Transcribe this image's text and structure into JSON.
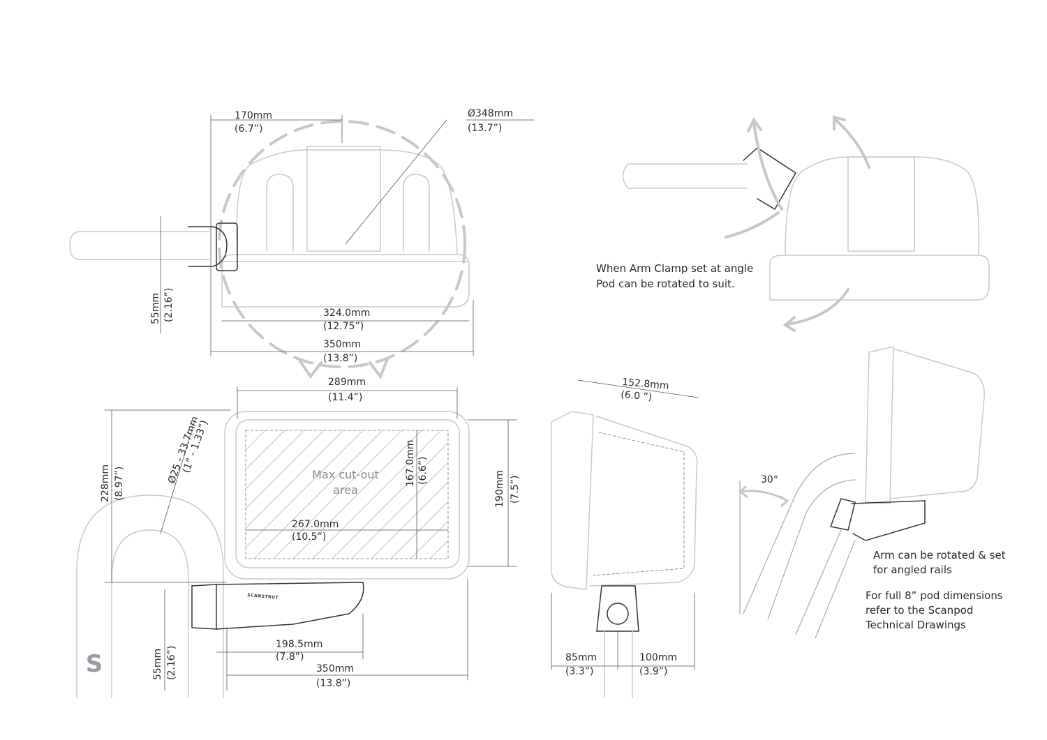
{
  "colors": {
    "outline": "#c9c9cf",
    "dimension": "#555555",
    "dark": "#333333",
    "arrow": "#c8c8cc",
    "text": "#2a2a2a",
    "cutout_text": "#8a8a8a"
  },
  "brand": {
    "arm_label": "SCANSTRUT",
    "logo": "S"
  },
  "top_view": {
    "offset": {
      "value": "170mm",
      "inch": "(6.7”)"
    },
    "swing_diameter": {
      "value": "Ø348mm",
      "inch": "(13.7”)"
    },
    "clamp_height": {
      "value": "55mm",
      "inch": "(2.16”)"
    },
    "pod_width": {
      "value": "324.0mm",
      "inch": "(12.75”)"
    },
    "overall_width": {
      "value": "350mm",
      "inch": "(13.8”)"
    }
  },
  "angle_view": {
    "note_line1": "When Arm Clamp set at angle",
    "note_line2": "Pod can be rotated to suit."
  },
  "front_view": {
    "face_width": {
      "value": "289mm",
      "inch": "(11.4”)"
    },
    "overall_height": {
      "value": "228mm",
      "inch": "(8.97”)"
    },
    "rail_diameter": {
      "value": "Ø25 - 33.7mm",
      "inch": "(1” - 1.33”)"
    },
    "cutout_label_line1": "Max cut-out",
    "cutout_label_line2": "area",
    "cutout_height": {
      "value": "167.0mm",
      "inch": "(6.6”)"
    },
    "face_height": {
      "value": "190mm",
      "inch": "(7.5”)"
    },
    "cutout_width": {
      "value": "267.0mm",
      "inch": "(10.5”)"
    },
    "arm_offset": {
      "value": "198.5mm",
      "inch": "(7.8”)"
    },
    "overall_width": {
      "value": "350mm",
      "inch": "(13.8”)"
    },
    "clamp_height": {
      "value": "55mm",
      "inch": "(2.16”)"
    }
  },
  "side_view": {
    "depth": {
      "value": "152.8mm",
      "inch": "(6.0 ”)"
    },
    "front_offset": {
      "value": "85mm",
      "inch": "(3.3”)"
    },
    "rear_offset": {
      "value": "100mm",
      "inch": "(3.9”)"
    }
  },
  "rail_view": {
    "angle": "30°",
    "note_line1": "Arm can be rotated & set",
    "note_line2": "for angled rails",
    "ref_line1": "For full 8” pod dimensions",
    "ref_line2": "refer to the Scanpod",
    "ref_line3": "Technical Drawings"
  }
}
